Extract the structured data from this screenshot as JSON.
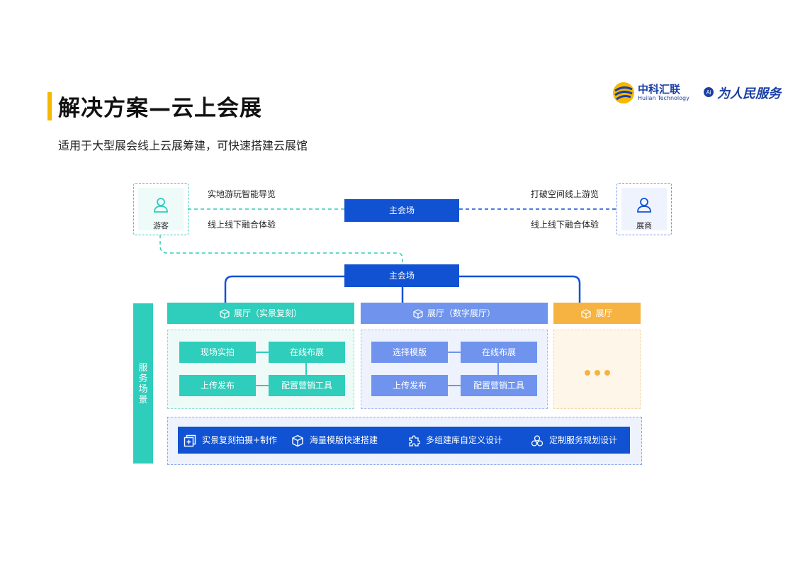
{
  "title": "解决方案—云上会展",
  "subtitle": "适用于大型展会线上云展筹建，可快速搭建云展馆",
  "logos": {
    "company": "中科汇联",
    "company_en": "Huilan Technology",
    "partner": "为人民服务"
  },
  "visitor": {
    "label": "游客",
    "line1": "实地游玩智能导览",
    "line2": "线上线下融合体验"
  },
  "exhibitor": {
    "label": "展商",
    "line1": "打破空间线上游览",
    "line2": "线上线下融合体验"
  },
  "main_venue_top": "主会场",
  "main_venue_mid": "主会场",
  "service_label": "服务场景",
  "halls": [
    {
      "title": "展厅（实景复刻）",
      "color": "#2fcdbb",
      "tiles": [
        "现场实拍",
        "在线布展",
        "上传发布",
        "配置营销工具"
      ]
    },
    {
      "title": "展厅（数字展厅）",
      "color": "#7094ee",
      "tiles": [
        "选择模版",
        "在线布展",
        "上传发布",
        "配置营销工具"
      ]
    },
    {
      "title": "展厅",
      "color": "#f6b342",
      "tiles": []
    }
  ],
  "features": [
    {
      "label": "实景复刻拍摄+制作",
      "icon": "add-frame-icon"
    },
    {
      "label": "海量模版快速搭建",
      "icon": "cube-icon"
    },
    {
      "label": "多组建库自定义设计",
      "icon": "puzzle-icon"
    },
    {
      "label": "定制服务规划设计",
      "icon": "cluster-icon"
    }
  ],
  "colors": {
    "accent_yellow": "#f6b800",
    "primary_blue": "#1152d2",
    "teal": "#2fcdbb",
    "light_blue": "#7094ee",
    "orange": "#f6b342"
  }
}
